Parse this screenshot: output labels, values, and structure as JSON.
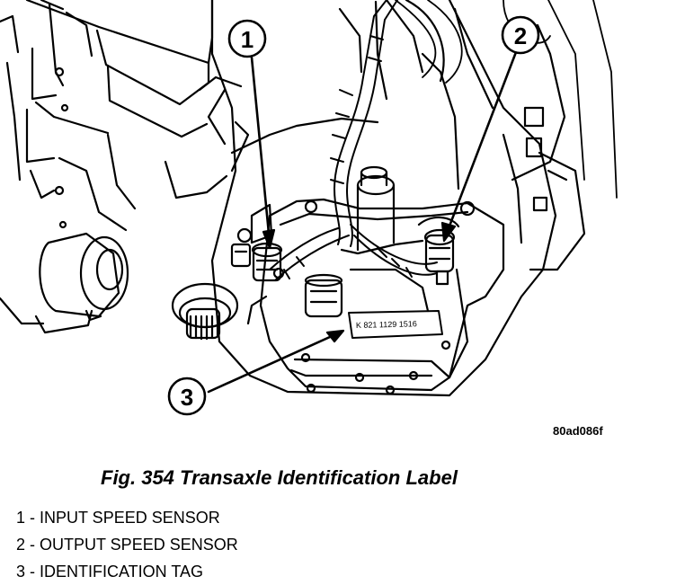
{
  "callouts": [
    {
      "number": "1"
    },
    {
      "number": "2"
    },
    {
      "number": "3"
    }
  ],
  "tag_text": "K 821 1129 1516",
  "figure_code": "80ad086f",
  "caption": "Fig. 354 Transaxle Identification Label",
  "legend": [
    {
      "text": "1 - INPUT SPEED SENSOR"
    },
    {
      "text": "2 - OUTPUT SPEED SENSOR"
    },
    {
      "text": "3 - IDENTIFICATION TAG"
    }
  ]
}
